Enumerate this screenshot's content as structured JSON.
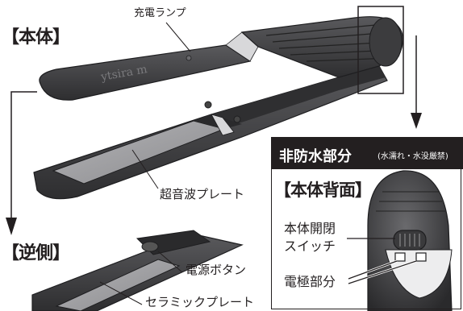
{
  "labels": {
    "main_body": "【本体】",
    "reverse_side": "【逆側】",
    "charge_lamp": "充電ランプ",
    "ultrasonic_plate": "超音波プレート",
    "power_button": "電源ボタン",
    "ceramic_plate": "セラミックプレート",
    "non_waterproof_title": "非防水部分",
    "non_waterproof_note": "(水濡れ・水没厳禁)",
    "body_back": "【本体背面】",
    "power_switch_line1": "本体開閉",
    "power_switch_line2": "スイッチ",
    "electrode": "電極部分"
  },
  "logo_text": "ytsira m",
  "colors": {
    "body_dark": "#3a3a3c",
    "body_mid": "#4b4b4e",
    "plate": "#9c9c9f",
    "ink": "#231f20"
  }
}
